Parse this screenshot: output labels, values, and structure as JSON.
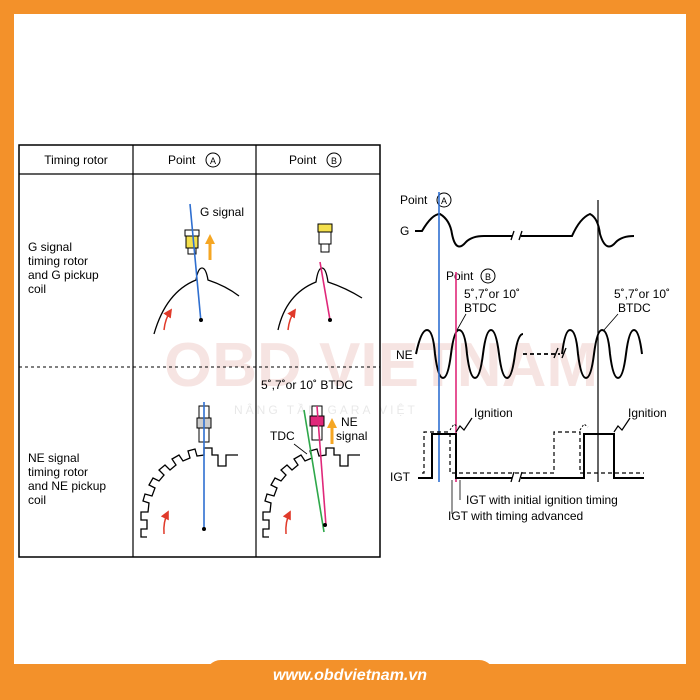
{
  "table": {
    "header_rotor": "Timing rotor",
    "header_point_a": "Point",
    "header_point_b": "Point",
    "row1_label": [
      "G signal",
      "timing rotor",
      "and G pickup",
      "coil"
    ],
    "row2_label": [
      "NE signal",
      "timing rotor",
      "and NE pickup",
      "coil"
    ],
    "g_signal_label": "G signal",
    "btdc_label": "5˚,7˚or 10˚ BTDC",
    "tdc_label": "TDC",
    "ne_signal_label": [
      "NE",
      "signal"
    ]
  },
  "waveform": {
    "point_a_label": "Point",
    "point_b_label": "Point",
    "circled_a": "A",
    "circled_b": "B",
    "g_label": "G",
    "ne_label": "NE",
    "igt_label": "IGT",
    "btdc_left": [
      "5˚,7˚or 10˚",
      "BTDC"
    ],
    "btdc_right": [
      "5˚,7˚or 10˚",
      "BTDC"
    ],
    "ignition_left": "Ignition",
    "ignition_right": "Ignition",
    "igt_initial": "IGT with initial ignition timing",
    "igt_advanced": "IGT with timing advanced"
  },
  "watermark": {
    "logo": "OBD VIETNAM",
    "tagline": "NÂNG TẦM GARA VIỆT"
  },
  "footer": {
    "url": "www.obdvietnam.vn"
  },
  "colors": {
    "frame": "#f3912a",
    "blue_line": "#2f6fd0",
    "pink_line": "#e0287a",
    "green_line": "#2ea84a",
    "arrow_red": "#e03a2a",
    "arrow_orange": "#f5a623"
  }
}
